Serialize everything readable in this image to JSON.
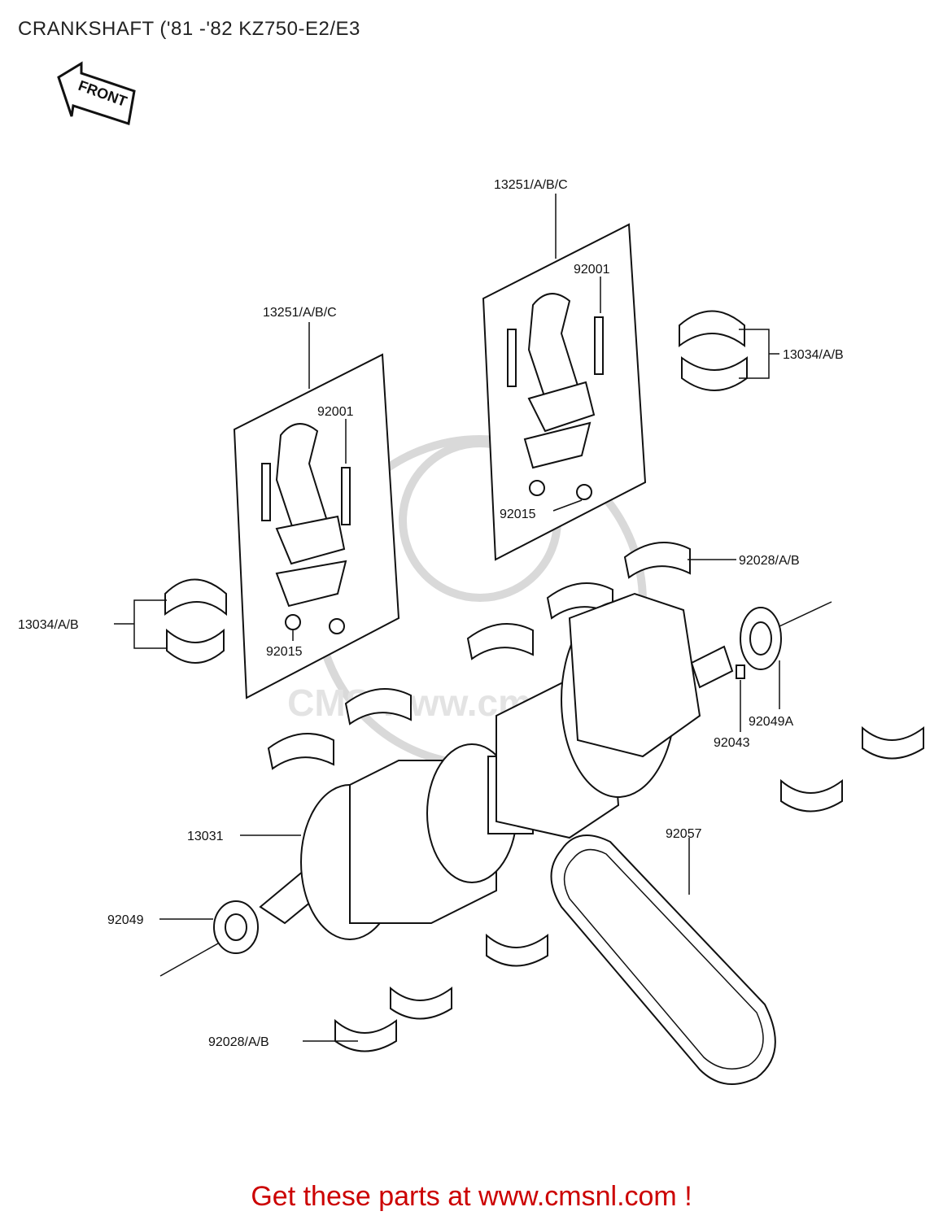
{
  "title": "CRANKSHAFT ('81 -'82 KZ750-E2/E3",
  "front_marker": "FRONT",
  "watermark": "CMS www.cmsnl.com",
  "callouts": {
    "conrod_set_right": "13251/A/B/C",
    "conrod_set_left": "13251/A/B/C",
    "bolt_right": "92001",
    "bolt_left": "92001",
    "nut_right": "92015",
    "nut_left": "92015",
    "conrod_bearing_right": "13034/A/B",
    "conrod_bearing_left": "13034/A/B",
    "main_bearing_upper": "92028/A/B",
    "main_bearing_lower": "92028/A/B",
    "oil_seal_right": "92049A",
    "pin": "92043",
    "crankshaft": "13031",
    "chain": "92057",
    "oil_seal_left": "92049"
  },
  "footer": "Get these parts at www.cmsnl.com !",
  "colors": {
    "footer": "#cc0000",
    "line": "#111111",
    "watermark": "#d9d9d9"
  }
}
